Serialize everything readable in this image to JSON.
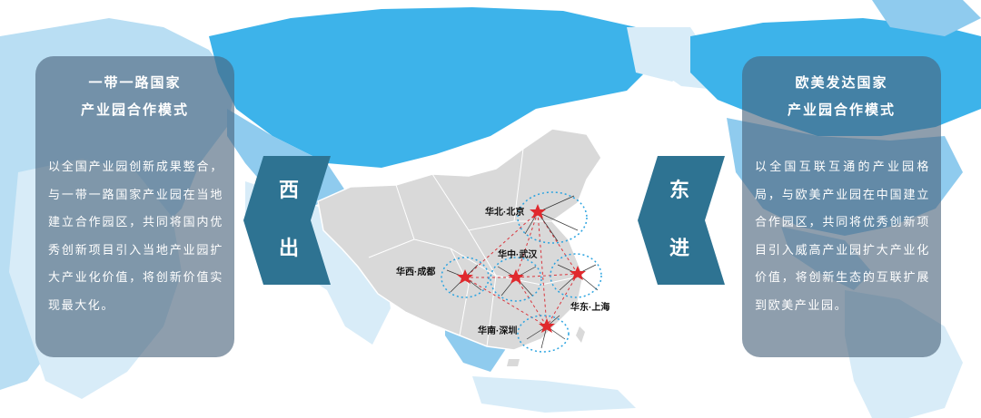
{
  "left_panel": {
    "title_line1": "一带一路国家",
    "title_line2": "产业园合作模式",
    "body": "以全国产业园创新成果整合，与一带一路国家产业园在当地建立合作园区，共同将国内优秀创新项目引入当地产业园扩大产业化价值，将创新价值实现最大化。"
  },
  "right_panel": {
    "title_line1": "欧美发达国家",
    "title_line2": "产业园合作模式",
    "body": "以全国互联互通的产业园格局，与欧美产业园在中国建立合作园区，共同将优秀创新项目引入威高产业园扩大产业化价值，将创新生态的互联扩展到欧美产业园。"
  },
  "left_arrow": {
    "char1": "西",
    "char2": "出"
  },
  "right_arrow": {
    "char1": "东",
    "char2": "进"
  },
  "hubs": {
    "north": "华北·北京",
    "central": "华中·武汉",
    "west": "华西·成都",
    "east": "华东·上海",
    "south": "华南·深圳"
  },
  "colors": {
    "map_light": "#d4e9f6",
    "map_mid": "#8fcbee",
    "map_dark": "#3db3ea",
    "panel": "#48627a",
    "chevron": "#2e7392",
    "china_fill": "#d9d9d9",
    "star": "#e0292d",
    "hub_ring": "#2aa3e0"
  }
}
